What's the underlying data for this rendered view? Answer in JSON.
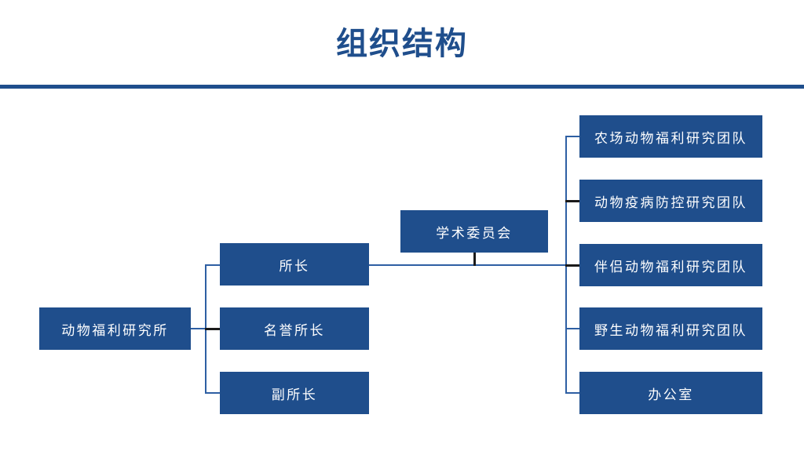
{
  "slide": {
    "title": "组织结构",
    "accent_color": "#1F4E8C",
    "box_fill": "#1F4E8C",
    "box_text_color": "#FFFFFF",
    "connector_color": "#2E5FA3",
    "connector_dark_color": "#1A1A1A",
    "background": "#FFFFFF"
  },
  "chart": {
    "root": {
      "label": "动物福利研究所"
    },
    "committee": {
      "label": "学术委员会"
    },
    "leadership": [
      {
        "label": "所长"
      },
      {
        "label": "名誉所长"
      },
      {
        "label": "副所长"
      }
    ],
    "teams": [
      {
        "label": "农场动物福利研究团队"
      },
      {
        "label": "动物疫病防控研究团队"
      },
      {
        "label": "伴侣动物福利研究团队"
      },
      {
        "label": "野生动物福利研究团队"
      },
      {
        "label": "办公室"
      }
    ]
  }
}
